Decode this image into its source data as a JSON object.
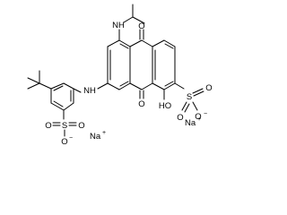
{
  "structure": {
    "atoms": {
      "isopropyl_nh": "NH",
      "oxo_top": "O",
      "oxo_bottom": "O",
      "arylamino_nh": "NH",
      "hydroxy": "HO",
      "right_sulfonate_s": "S",
      "right_sulfonate_o_double_1": "O",
      "right_sulfonate_o_double_2": "O",
      "right_sulfonate_o_minus": "O",
      "left_sulfonate_s": "S",
      "left_sulfonate_o_double_1": "O",
      "left_sulfonate_o_double_2": "O",
      "left_sulfonate_o_minus": "O"
    },
    "charges": {
      "right_o_minus": "−",
      "left_o_minus": "−"
    },
    "counterions": {
      "sodium_right": "Na",
      "sodium_left": "Na",
      "sodium_charge": "+"
    }
  },
  "colors": {
    "ink": "#000000",
    "background": "#ffffff"
  }
}
